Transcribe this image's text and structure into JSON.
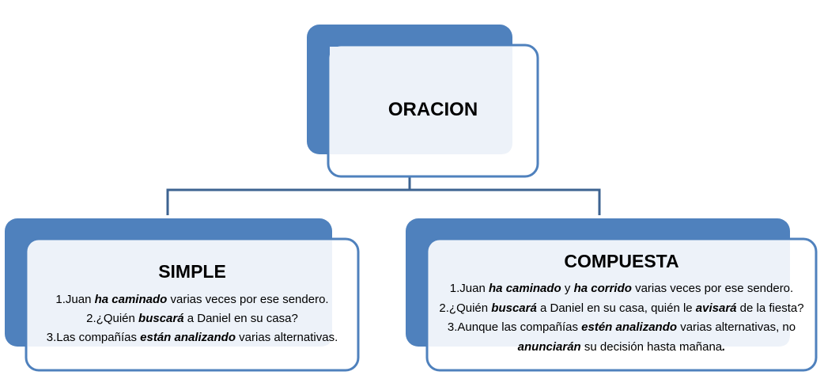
{
  "colors": {
    "dark": "#4f81bd",
    "light": "#edf2f9",
    "connector": "#3d6391"
  },
  "root": {
    "title": "ORACION"
  },
  "simple": {
    "title": "SIMPLE",
    "lines": [
      [
        {
          "t": "1.Juan "
        },
        {
          "t": "ha caminado",
          "em": true
        },
        {
          "t": " varias veces por ese sendero."
        }
      ],
      [
        {
          "t": "2.¿Quién "
        },
        {
          "t": "buscará",
          "em": true
        },
        {
          "t": " a Daniel en su casa?"
        }
      ],
      [
        {
          "t": "3.Las compañías "
        },
        {
          "t": "están analizando",
          "em": true
        },
        {
          "t": " varias alternativas."
        }
      ]
    ]
  },
  "compuesta": {
    "title": "COMPUESTA",
    "lines": [
      [
        {
          "t": "1.Juan "
        },
        {
          "t": "ha caminado",
          "em": true
        },
        {
          "t": " y "
        },
        {
          "t": "ha corrido",
          "em": true
        },
        {
          "t": " varias veces por ese sendero."
        }
      ],
      [
        {
          "t": "2.¿Quién "
        },
        {
          "t": "buscará",
          "em": true
        },
        {
          "t": " a Daniel en su casa, quién le "
        },
        {
          "t": "avisará",
          "em": true
        },
        {
          "t": " de la fiesta?"
        }
      ],
      [
        {
          "t": "3.Aunque las compañías "
        },
        {
          "t": "estén analizando",
          "em": true
        },
        {
          "t": " varias alternativas, no"
        }
      ],
      [
        {
          "t": "anunciarán",
          "em": true
        },
        {
          "t": " su decisión hasta mañana"
        },
        {
          "t": ".",
          "em": true
        }
      ]
    ]
  }
}
